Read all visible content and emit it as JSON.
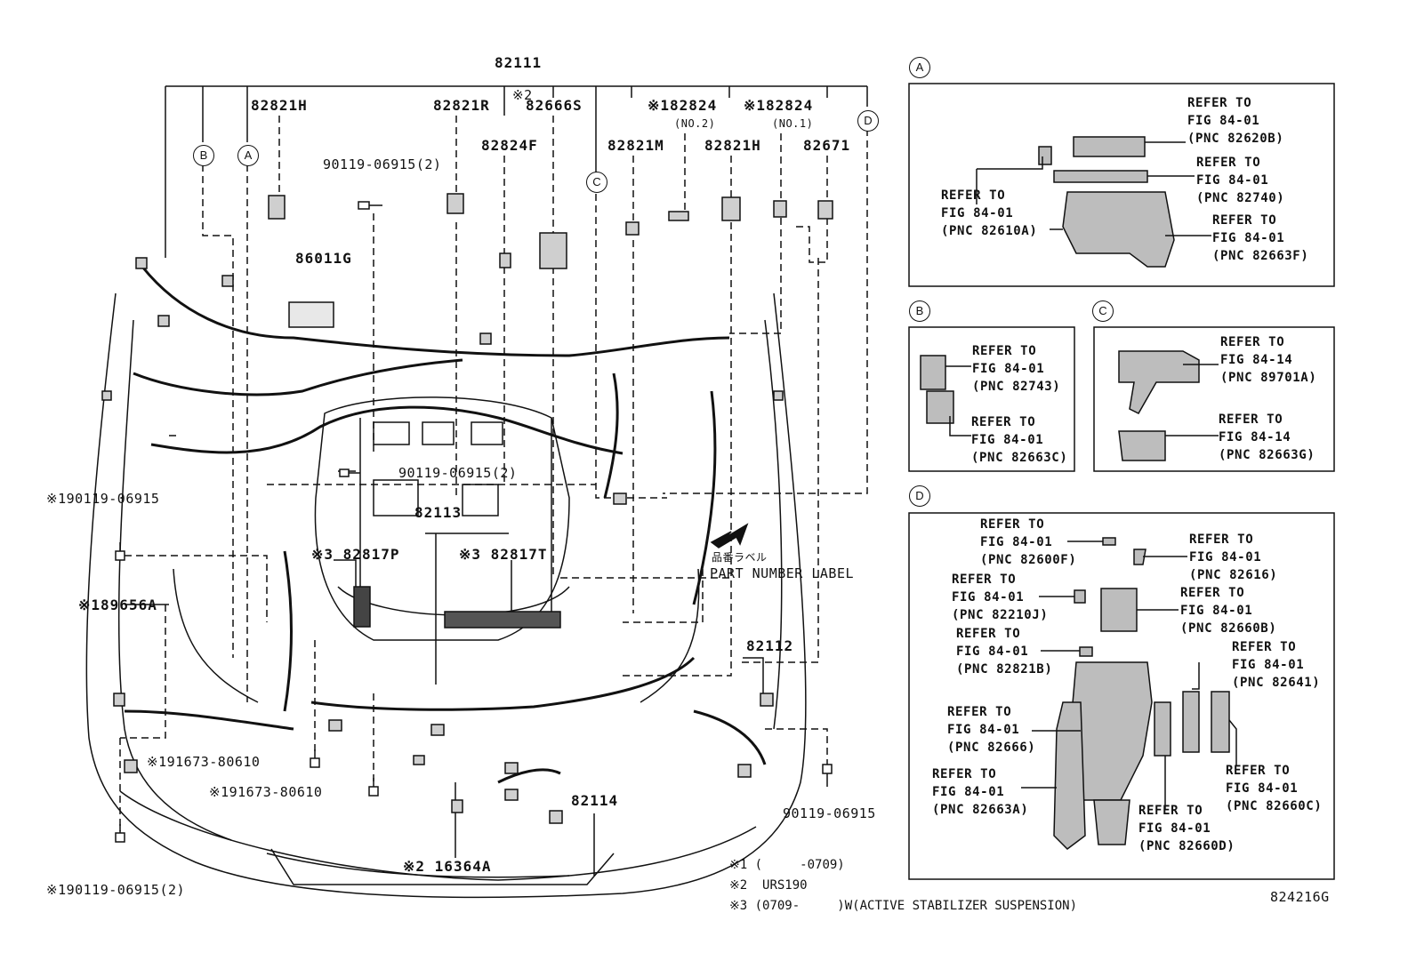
{
  "main_parts": {
    "p82111": "82111",
    "mark2_top": "※2",
    "p82821H_left": "82821H",
    "p82821R": "82821R",
    "p82666S": "82666S",
    "p82824F": "82824F",
    "p182824_no2": "※182824",
    "no2": "(NO.2)",
    "p82821M": "82821M",
    "p82821H_right": "82821H",
    "p182824_no1": "※182824",
    "no1": "(NO.1)",
    "p82671": "82671",
    "bolt_top": "90119-06915(2)",
    "p86011G": "86011G",
    "bolt_mid": "90119-06915(2)",
    "bolt_left": "※190119-06915",
    "p82113": "82113",
    "p82817P": "※3 82817P",
    "p82817T": "※3 82817T",
    "p189656A": "※189656A",
    "part_label_jp": "品番ラベル",
    "part_label_en": "PART NUMBER LABEL",
    "p82112": "82112",
    "p191673_a": "※191673-80610",
    "p191673_b": "※191673-80610",
    "bolt_right": "90119-06915",
    "p82114": "82114",
    "p16364A": "※2 16364A",
    "bolt_bottom": "※190119-06915(2)"
  },
  "callouts": {
    "A": "A",
    "B": "B",
    "C": "C",
    "D": "D"
  },
  "notes": {
    "n1": "※1 (     -0709)",
    "n2": "※2  URS190",
    "n3": "※3 (0709-     )W(ACTIVE STABILIZER SUSPENSION)"
  },
  "figure_id": "824216G",
  "panel_a": {
    "r1": "REFER TO\nFIG 84-01\n(PNC 82620B)",
    "r2": "REFER TO\nFIG 84-01\n(PNC 82740)",
    "r3": "REFER TO\nFIG 84-01\n(PNC 82610A)",
    "r4": "REFER TO\nFIG 84-01\n(PNC 82663F)"
  },
  "panel_b": {
    "r1": "REFER TO\nFIG 84-01\n(PNC 82743)",
    "r2": "REFER TO\nFIG 84-01\n(PNC 82663C)"
  },
  "panel_c": {
    "r1": "REFER TO\nFIG 84-14\n(PNC 89701A)",
    "r2": "REFER TO\nFIG 84-14\n(PNC 82663G)"
  },
  "panel_d": {
    "r1": "REFER TO\nFIG 84-01\n(PNC 82600F)",
    "r2": "REFER TO\nFIG 84-01\n(PNC 82616)",
    "r3": "REFER TO\nFIG 84-01\n(PNC 82210J)",
    "r4": "REFER TO\nFIG 84-01\n(PNC 82660B)",
    "r5": "REFER TO\nFIG 84-01\n(PNC 82821B)",
    "r6": "REFER TO\nFIG 84-01\n(PNC 82641)",
    "r7": "REFER TO\nFIG 84-01\n(PNC 82666)",
    "r8": "REFER TO\nFIG 84-01\n(PNC 82663A)",
    "r9": "REFER TO\nFIG 84-01\n(PNC 82660C)",
    "r10": "REFER TO\nFIG 84-01\n(PNC 82660D)"
  }
}
